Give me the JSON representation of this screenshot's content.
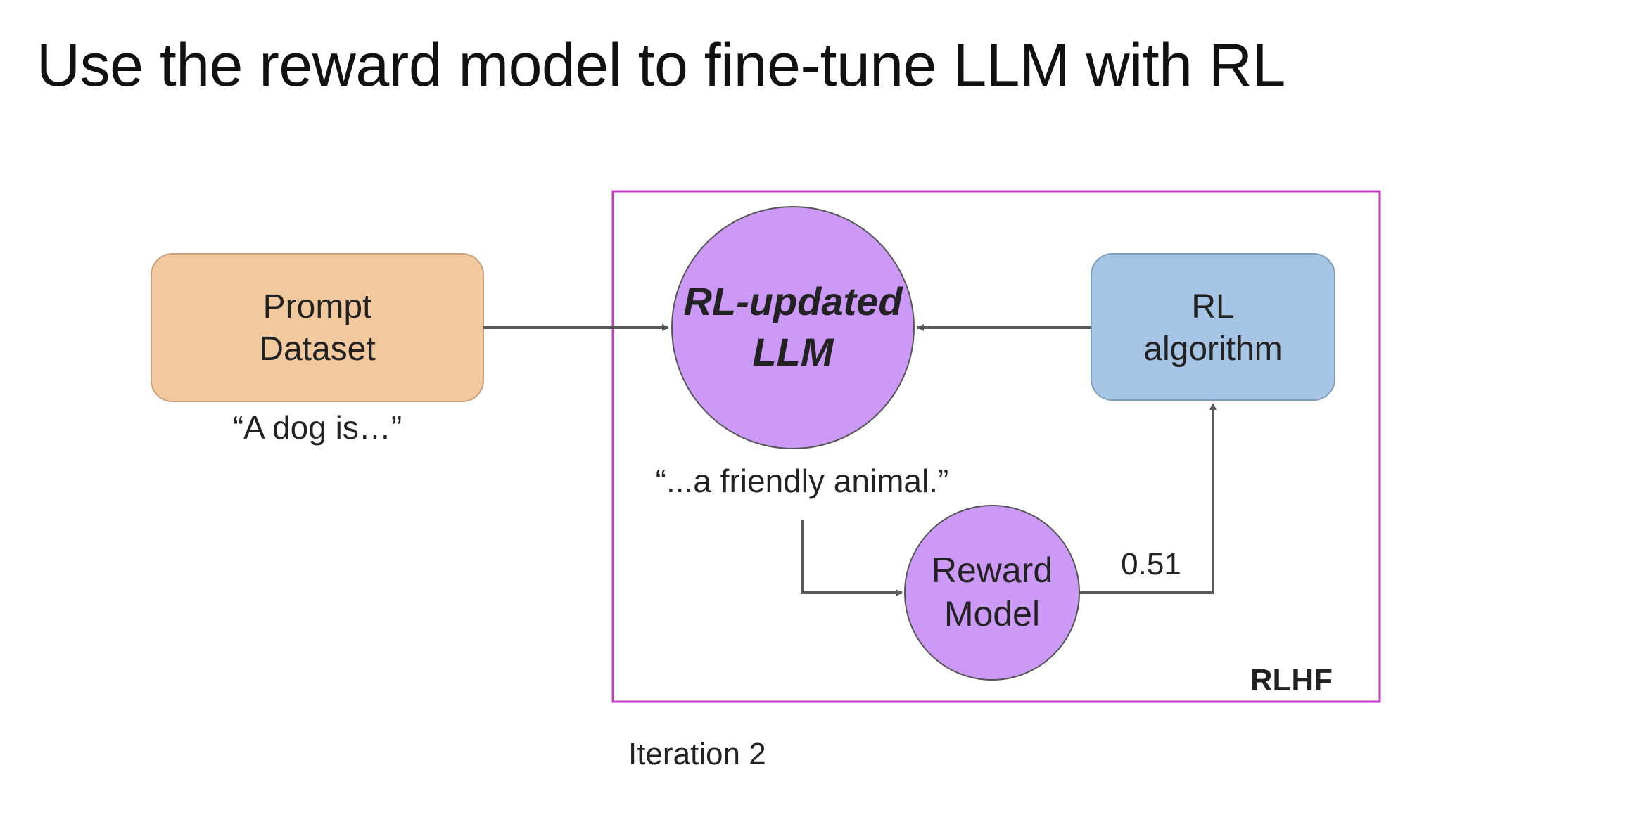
{
  "slide": {
    "title": "Use the reward model to fine-tune LLM with RL",
    "iteration_label": "Iteration 2"
  },
  "diagram": {
    "prompt_dataset": {
      "line1": "Prompt",
      "line2": "Dataset"
    },
    "prompt_example": "“A dog is…”",
    "rl_updated_llm": {
      "line1": "RL-updated",
      "line2": "LLM"
    },
    "completion_example": "“...a friendly animal.”",
    "reward_model": {
      "line1": "Reward",
      "line2": "Model"
    },
    "reward_value": "0.51",
    "rl_algorithm": {
      "line1": "RL",
      "line2": "algorithm"
    },
    "group_label": "RLHF"
  },
  "colors": {
    "prompt_box": "#f2c99e",
    "llm_circle": "#cc99f6",
    "reward_circle": "#cc99f6",
    "rl_box": "#a6c4e3",
    "rlhf_border": "#c13bc6",
    "arrow": "#595959"
  }
}
